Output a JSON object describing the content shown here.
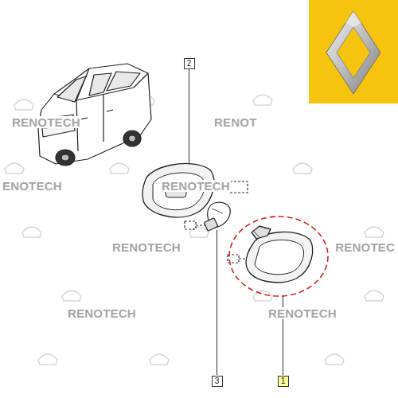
{
  "diagram": {
    "nodes": [
      {
        "text": [
          "2"
        ]
      },
      {
        "text": [
          "3"
        ]
      },
      {
        "text": [
          "1"
        ]
      }
    ],
    "labels": [
      "RENOTECH",
      "RENOT",
      "ENOTECH",
      "RENOTECH",
      "RENOTECH",
      "RENOTEC",
      "RENOTECH",
      "RENOTECH"
    ]
  }
}
